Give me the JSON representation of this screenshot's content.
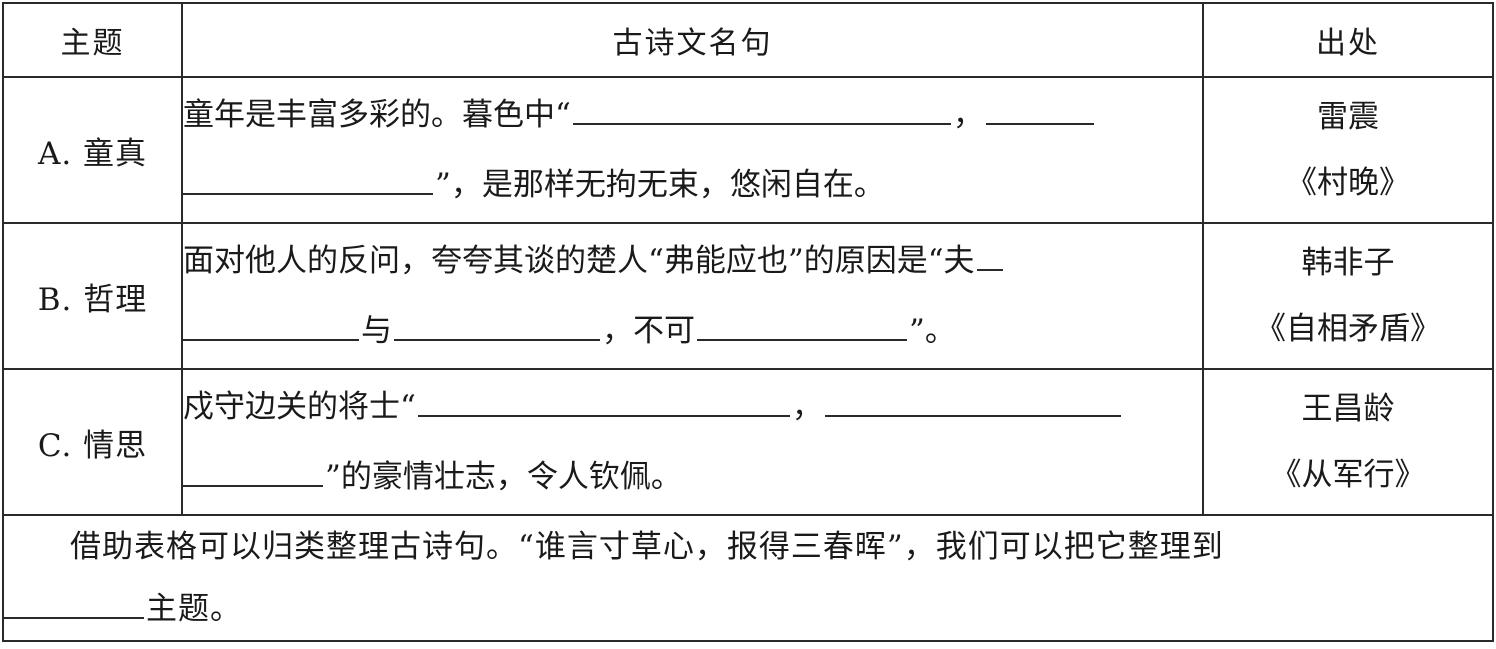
{
  "header": {
    "topic": "主题",
    "poem": "古诗文名句",
    "source": "出处"
  },
  "rows": [
    {
      "topic": "A. 童真",
      "line1_pre": "童年是丰富多彩的。暮色中“",
      "line1_mid": "，",
      "line2_post": "”，是那样无拘无束，悠闲自在。",
      "author": "雷震",
      "work": "《村晚》"
    },
    {
      "topic": "B. 哲理",
      "line1_pre": "面对他人的反问，夸夸其谈的楚人“弗能应也”的原因是“夫",
      "line2_mid1": "与",
      "line2_mid2": "，不可",
      "line2_post": "”。",
      "author": "韩非子",
      "work": "《自相矛盾》"
    },
    {
      "topic": "C. 情思",
      "line1_pre": "戍守边关的将士“",
      "line1_mid": "，",
      "line2_post": "”的豪情壮志，令人钦佩。",
      "author": "王昌龄",
      "work": "《从军行》"
    }
  ],
  "footer": {
    "line1": "借助表格可以归类整理古诗句。“谁言寸草心，报得三春晖”，我们可以把它整理到",
    "line2_post": "主题。"
  }
}
